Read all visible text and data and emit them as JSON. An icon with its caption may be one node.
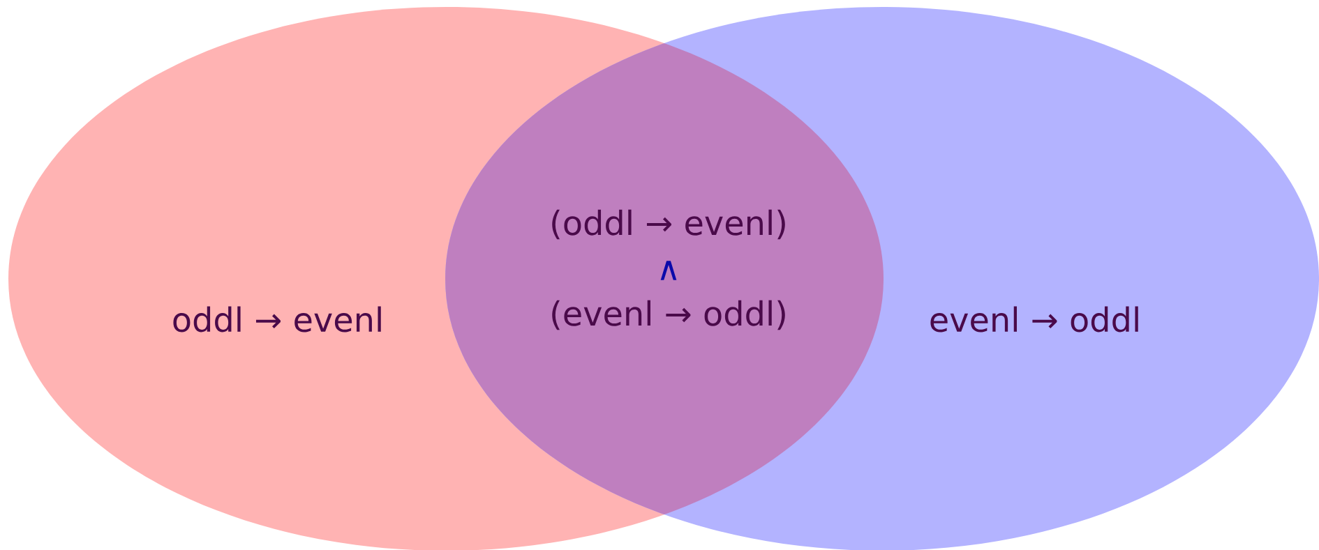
{
  "diagram": {
    "nodes": [
      {
        "text": [
          "oddl → evenl"
        ]
      },
      {
        "text": [
          "evenl → oddl"
        ]
      }
    ],
    "labels": [
      "(oddl → evenl)",
      "∧",
      "(evenl → oddl)"
    ]
  }
}
